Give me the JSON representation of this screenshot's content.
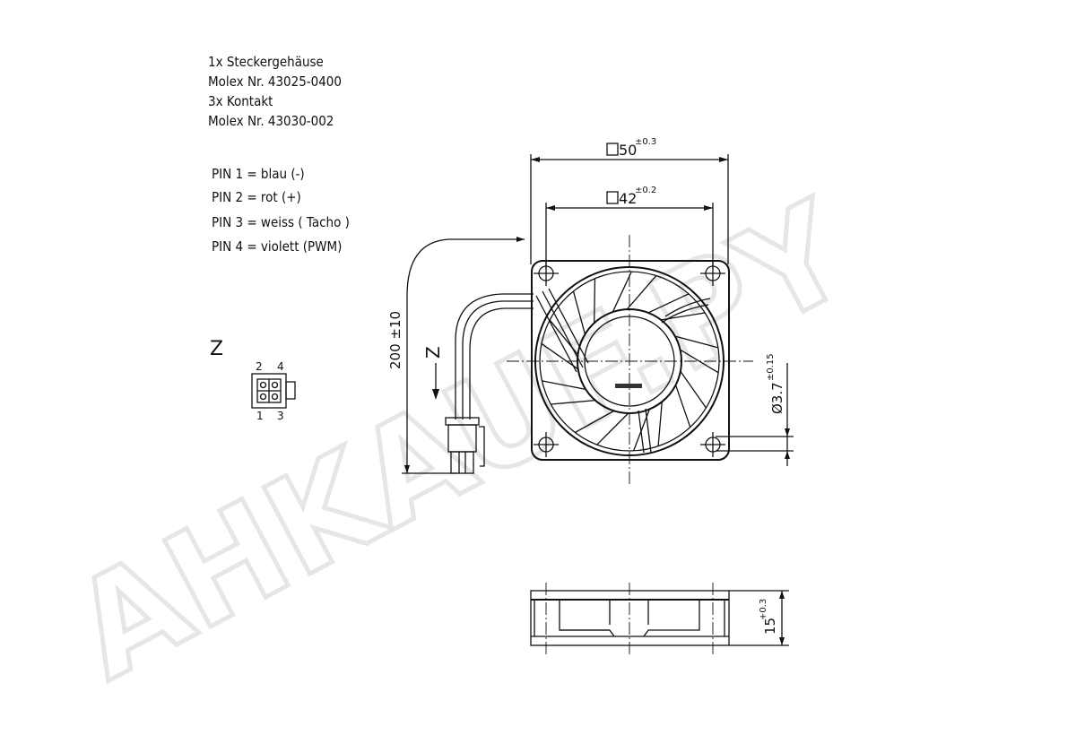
{
  "notes": {
    "lines": [
      "1x Steckergehäuse",
      "Molex Nr. 43025-0400",
      "3x Kontakt",
      "Molex Nr. 43030-002"
    ]
  },
  "pins": [
    "PIN 1 = blau (-)",
    "PIN 2 = rot (+)",
    "PIN 3 = weiss ( Tacho )",
    "PIN 4 = violett (PWM)"
  ],
  "view_label": "Z",
  "connector": {
    "top_labels": [
      "2",
      "4"
    ],
    "bottom_labels": [
      "1",
      "3"
    ]
  },
  "dimensions": {
    "outer": {
      "value": "50",
      "tol": "±0.3"
    },
    "hole_pitch": {
      "value": "42",
      "tol": "±0.2"
    },
    "cable_length": "200 ±10",
    "view_arrow": "Z",
    "hole_dia": {
      "value": "Ø3.7",
      "tol": "±0.15"
    },
    "thickness": {
      "value": "15",
      "tol": "+0.3"
    }
  },
  "watermark": "AHKAUF.PY"
}
